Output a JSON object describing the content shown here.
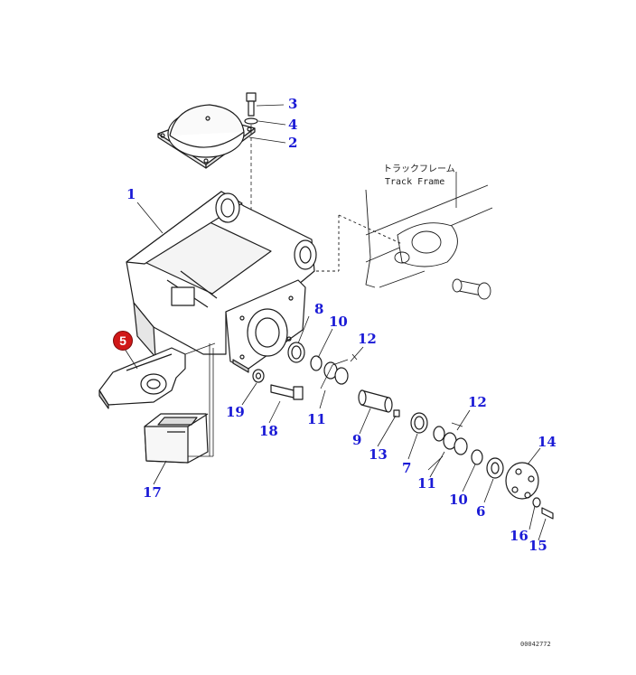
{
  "highlight_color": "#d01818",
  "label_color": "#1a1ad6",
  "highlighted_part": "5",
  "frame_note": {
    "line1": "トラックフレーム",
    "line2": "Track Frame"
  },
  "callouts": {
    "p1": "1",
    "p2": "2",
    "p3": "3",
    "p4": "4",
    "p6": "6",
    "p7": "7",
    "p8": "8",
    "p9": "9",
    "p10a": "10",
    "p10b": "10",
    "p11a": "11",
    "p11b": "11",
    "p12a": "12",
    "p12b": "12",
    "p13": "13",
    "p14": "14",
    "p15": "15",
    "p16": "16",
    "p17": "17",
    "p18": "18",
    "p19": "19"
  },
  "drawing_number": "00042772"
}
